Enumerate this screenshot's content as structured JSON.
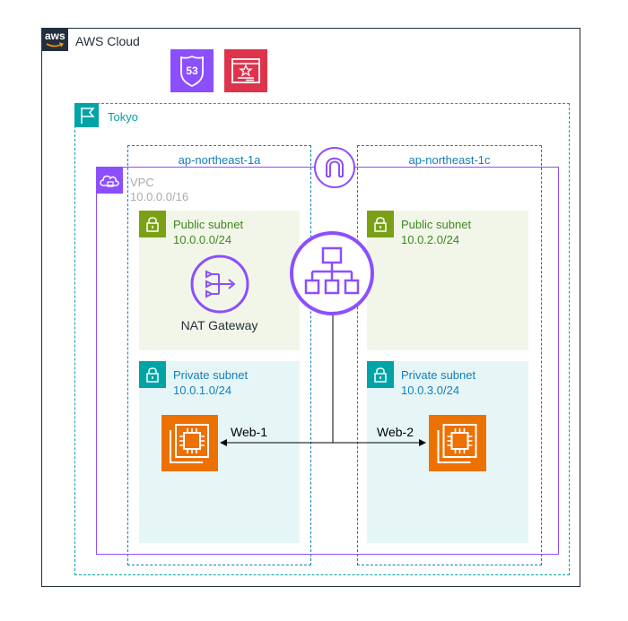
{
  "cloud": {
    "label": "AWS Cloud",
    "logo_text": "aws",
    "color": "#232f3e"
  },
  "region": {
    "label": "Tokyo",
    "color": "#00a4a6"
  },
  "az_a": {
    "label": "ap-northeast-1a"
  },
  "az_c": {
    "label": "ap-northeast-1c"
  },
  "vpc": {
    "label": "VPC",
    "cidr": "10.0.0.0/16",
    "color": "#8c4fff"
  },
  "public_subnet_a": {
    "label": "Public subnet",
    "cidr": "10.0.0.0/24",
    "color": "#7aa116"
  },
  "public_subnet_c": {
    "label": "Public subnet",
    "cidr": "10.0.2.0/24",
    "color": "#7aa116"
  },
  "private_subnet_a": {
    "label": "Private subnet",
    "cidr": "10.0.1.0/24",
    "color": "#00a4a6"
  },
  "private_subnet_c": {
    "label": "Private subnet",
    "cidr": "10.0.3.0/24",
    "color": "#00a4a6"
  },
  "nat": {
    "label": "NAT Gateway"
  },
  "ec2_a": {
    "label": "Web-1",
    "color": "#ed7100"
  },
  "ec2_c": {
    "label": "Web-2",
    "color": "#ed7100"
  },
  "route53": {
    "text": "53",
    "icon": "route53-icon",
    "color": "#8c4fff"
  },
  "cert_manager": {
    "icon": "certificate-manager-icon",
    "color": "#dd344c"
  },
  "internet_gateway": {
    "icon": "internet-gateway-icon"
  },
  "load_balancer": {
    "icon": "load-balancer-icon"
  }
}
